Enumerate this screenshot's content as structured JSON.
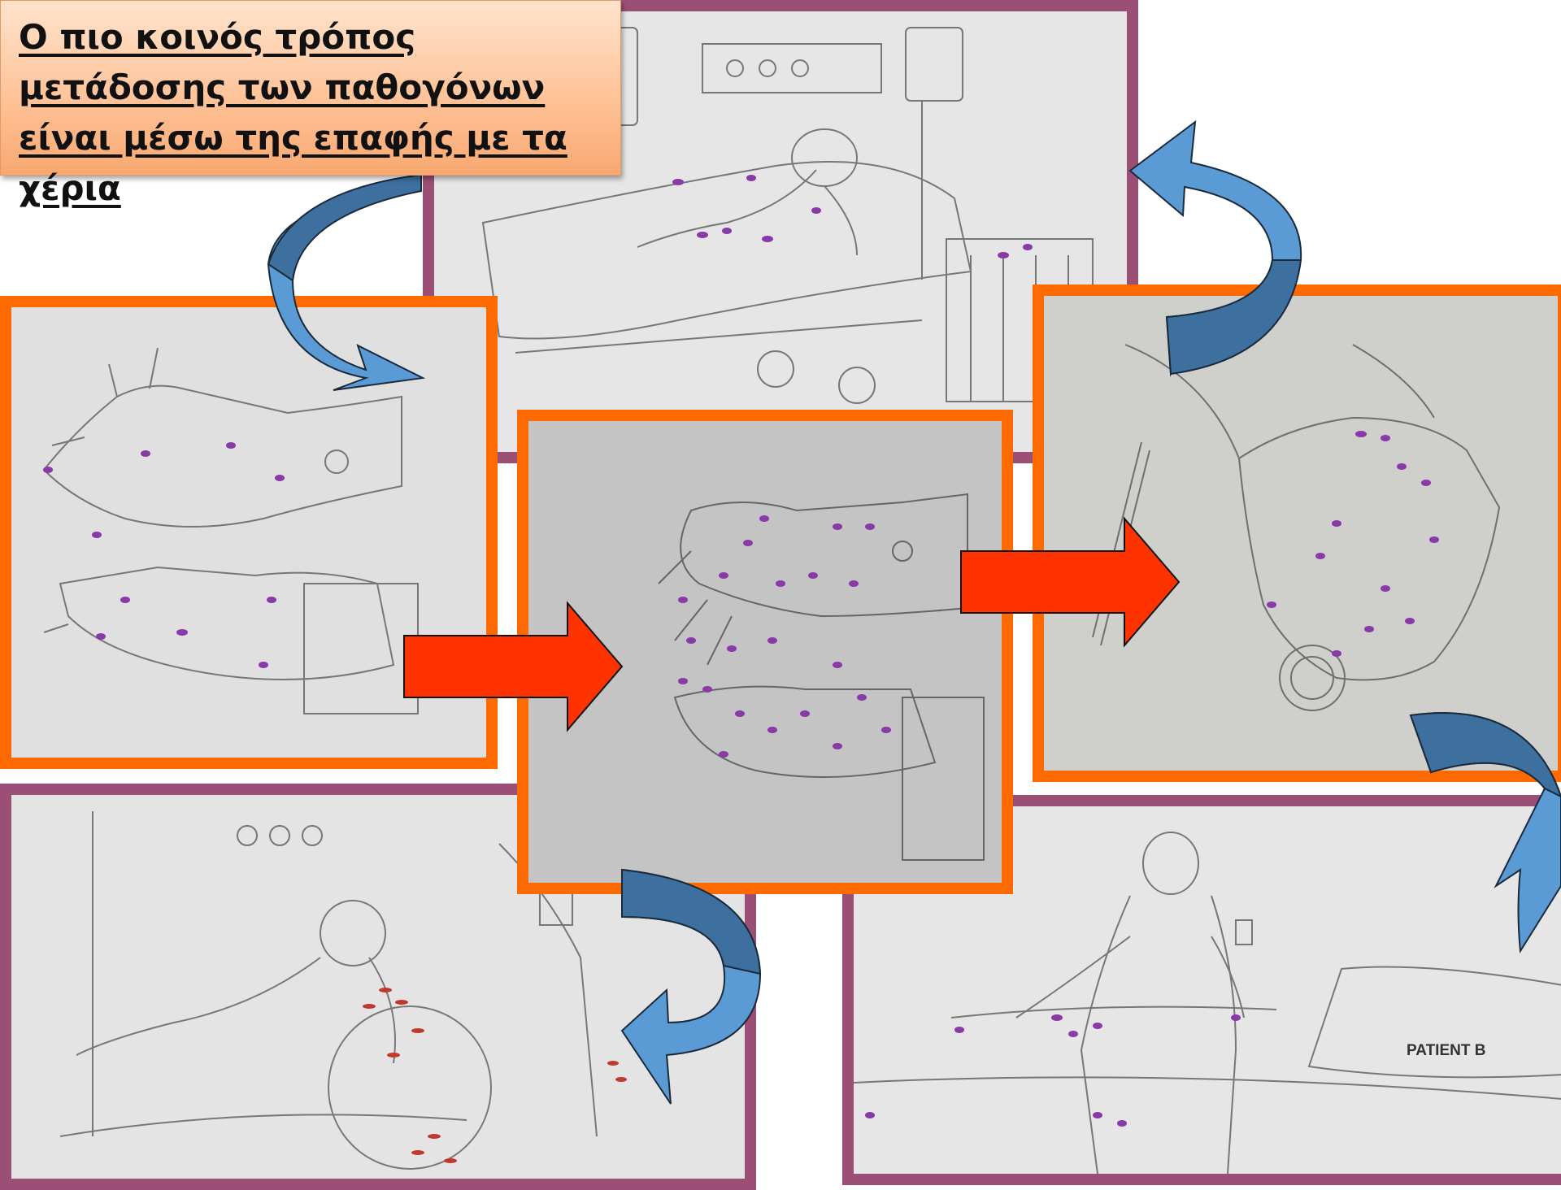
{
  "title": "Ο πιο κοινός τρόπος μετάδοσης των παθογόνων είναι μέσω της επαφής με τα χέρια",
  "panels": [
    {
      "name": "icu-patient-bed",
      "frame": "purple",
      "depicts": "patient in ICU bed with monitors and IV poles"
    },
    {
      "name": "hands-contaminated",
      "frame": "orange",
      "depicts": "hands with few bacteria"
    },
    {
      "name": "hands-heavily-contaminated",
      "frame": "orange",
      "depicts": "hands with many bacteria"
    },
    {
      "name": "hand-holding-device",
      "frame": "orange",
      "depicts": "hand grasping equipment"
    },
    {
      "name": "patient-contact",
      "frame": "purple",
      "depicts": "healthcare worker touching patient"
    },
    {
      "name": "patient-b-ward",
      "frame": "purple",
      "depicts": "doctor touching patient B",
      "label": "PATIENT B"
    }
  ],
  "colors": {
    "frame_purple": "#9b4f77",
    "frame_orange": "#ff6a00",
    "flow_arrow": "#ff3300",
    "curved_arrow_light": "#5b9bd5",
    "curved_arrow_dark": "#3d6f9f",
    "bacteria": "#8a3aa6"
  },
  "arrows": [
    {
      "name": "curved-arrow-title-to-left",
      "style": "curved-blue"
    },
    {
      "name": "curved-arrow-right-to-top",
      "style": "curved-blue"
    },
    {
      "name": "flow-arrow-left-to-center",
      "style": "straight-red"
    },
    {
      "name": "flow-arrow-center-to-right",
      "style": "straight-red"
    },
    {
      "name": "curved-arrow-right-to-br",
      "style": "curved-blue"
    },
    {
      "name": "curved-arrow-center-to-bl",
      "style": "curved-blue"
    }
  ]
}
